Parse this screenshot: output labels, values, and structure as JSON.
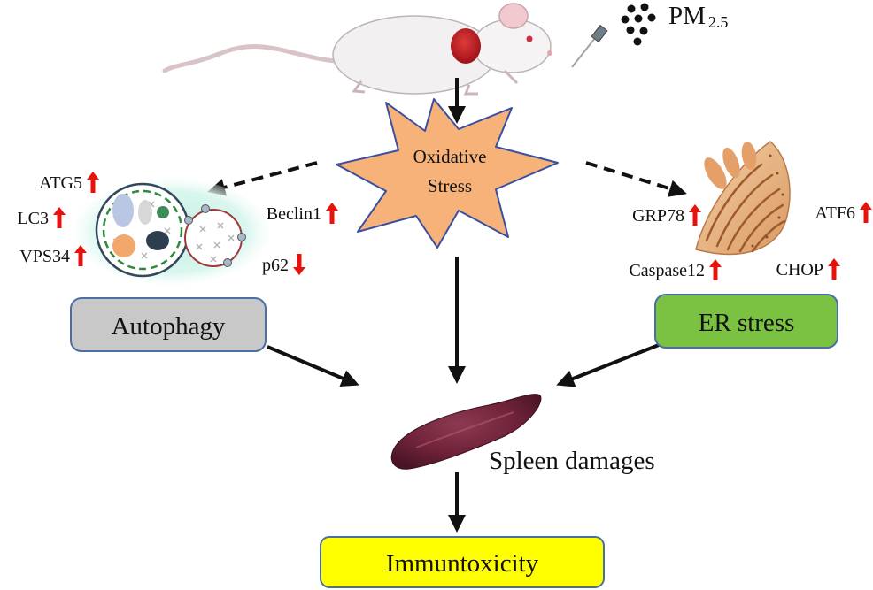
{
  "exposure": {
    "label": "PM",
    "subscript": "2.5"
  },
  "center": {
    "line1": "Oxidative",
    "line2": "Stress"
  },
  "autophagy": {
    "box_label": "Autophagy",
    "markers": [
      {
        "name": "ATG5",
        "direction": "up"
      },
      {
        "name": "LC3",
        "direction": "up"
      },
      {
        "name": "VPS34",
        "direction": "up"
      },
      {
        "name": "Beclin1",
        "direction": "up"
      },
      {
        "name": "p62",
        "direction": "down"
      }
    ]
  },
  "er_stress": {
    "box_label": "ER stress",
    "markers": [
      {
        "name": "GRP78",
        "direction": "up"
      },
      {
        "name": "ATF6",
        "direction": "up"
      },
      {
        "name": "Caspase12",
        "direction": "up"
      },
      {
        "name": "CHOP",
        "direction": "up"
      }
    ]
  },
  "outcome": {
    "organ_label": "Spleen damages",
    "result_label": "Immuntoxicity"
  },
  "colors": {
    "arrow_up": "#e8120c",
    "arrow_down": "#e8120c",
    "burst_fill": "#f7b27a",
    "burst_stroke": "#3a4fa0",
    "autophagy_box": "#c8c8c8",
    "er_box": "#7cc242",
    "result_box": "#ffff00",
    "box_stroke": "#4a6fa5"
  }
}
